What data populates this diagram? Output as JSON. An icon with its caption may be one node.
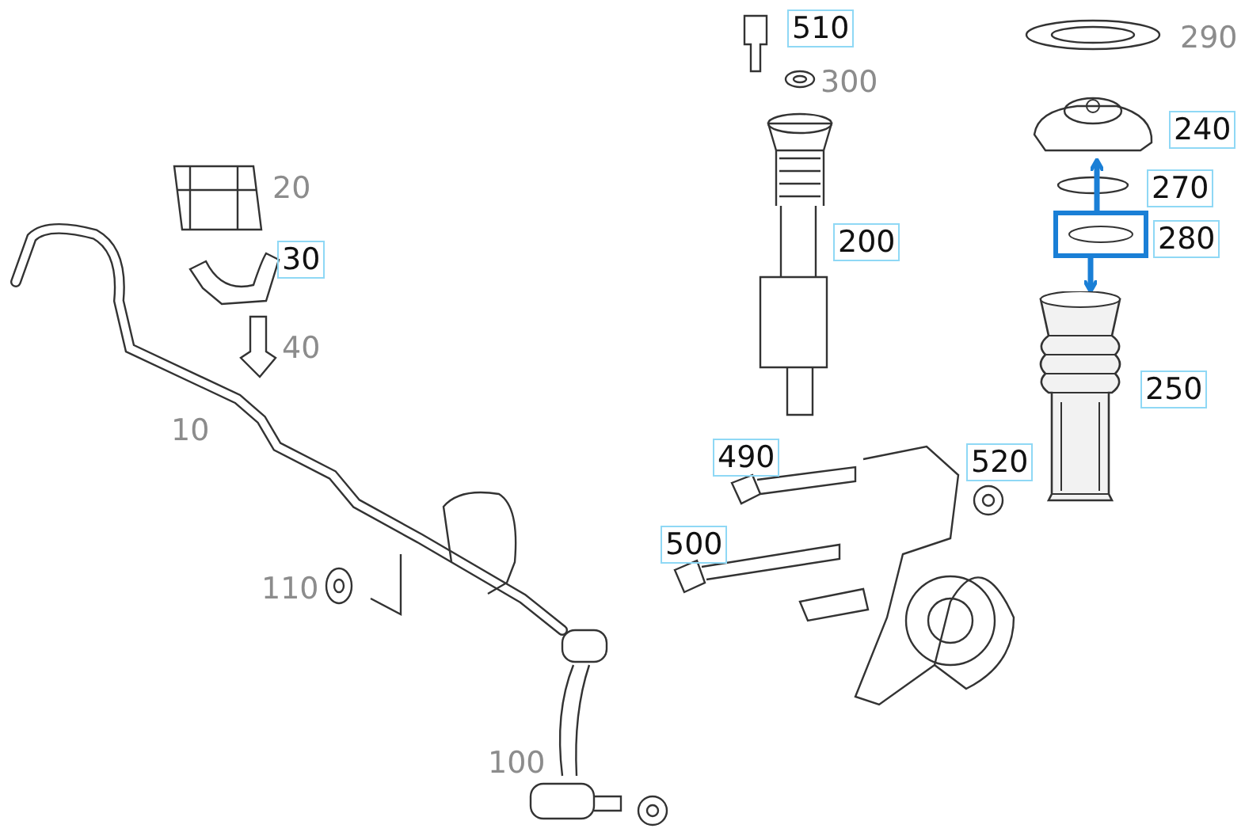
{
  "diagram": {
    "nodes": [
      {
        "text": [],
        "shape": "picture"
      },
      {
        "text": [],
        "shape": "picture"
      },
      {
        "text": [],
        "shape": "picture"
      }
    ],
    "edges": [
      {
        "from": 1,
        "to": 0,
        "arrow": "to"
      },
      {
        "from": 1,
        "to": 2,
        "arrow": "to"
      }
    ],
    "labels": [
      "510",
      "300",
      "290",
      "240",
      "270",
      "20",
      "280",
      "200",
      "30",
      "40",
      "250",
      "10",
      "490",
      "520",
      "500",
      "110",
      "100"
    ]
  }
}
